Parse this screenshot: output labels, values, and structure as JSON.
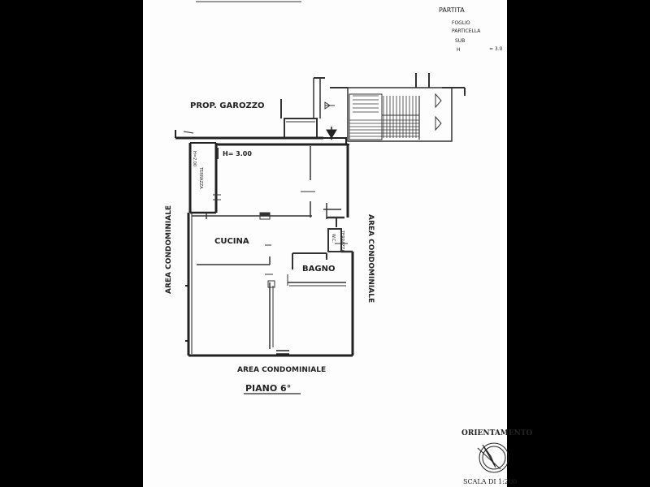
{
  "header": {
    "partita": "PARTITA",
    "foglio": "FOGLIO",
    "particella": "PARTICELLA",
    "sub": "SUB",
    "h_label": "H",
    "h_value": "= 3.0"
  },
  "plan": {
    "neighbor": "PROP. GAROZZO",
    "height_label": "H= 3.00",
    "rooms": {
      "kitchen": "CUCINA",
      "bathroom": "BAGNO",
      "terrace_left": "TERRAZZA",
      "terrace_right": "TERRAZZA",
      "wc": "W.C.",
      "balcony_mark": "H=2.00"
    },
    "area_left": "AREA CONDOMINIALE",
    "area_right": "AREA CONDOMINIALE",
    "area_bottom": "AREA CONDOMINIALE",
    "floor_title": "PIANO 6°"
  },
  "legend": {
    "orientation": "ORIENTAMENTO",
    "scale": "SCALA DI 1:200"
  }
}
